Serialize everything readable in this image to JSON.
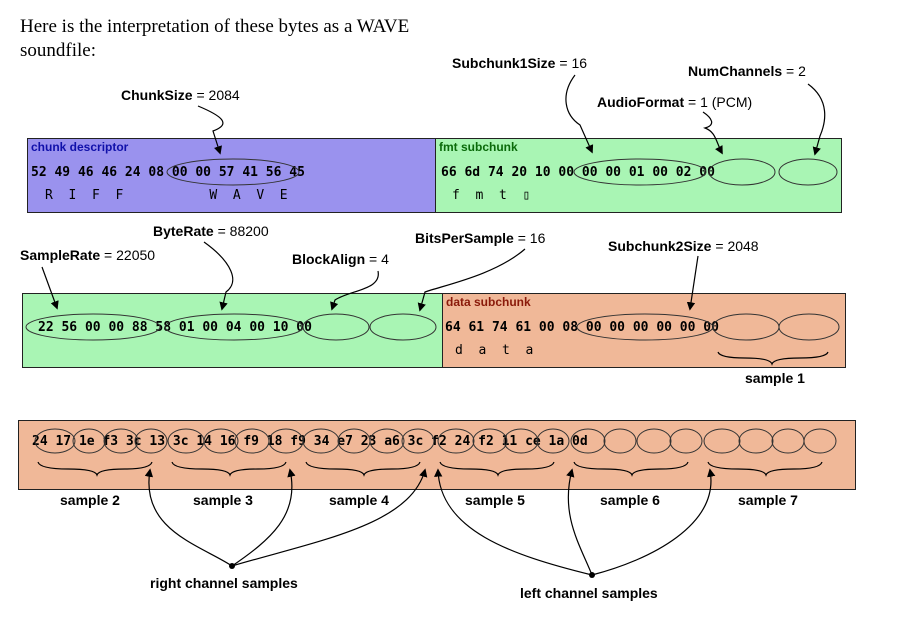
{
  "intro": {
    "line1": "Here is the interpretation of these bytes as a WAVE",
    "line2": "soundfile:"
  },
  "fields": {
    "chunk_size": {
      "name": "ChunkSize",
      "eq": " = ",
      "value": "2084"
    },
    "subchunk1_size": {
      "name": "Subchunk1Size",
      "eq": " = ",
      "value": "16"
    },
    "num_channels": {
      "name": "NumChannels",
      "eq": " = ",
      "value": "2"
    },
    "audio_format": {
      "name": "AudioFormat",
      "eq": " = ",
      "value": "1 (PCM)"
    },
    "byte_rate": {
      "name": "ByteRate",
      "eq": " = ",
      "value": "88200"
    },
    "bits_per_sample": {
      "name": "BitsPerSample",
      "eq": " = ",
      "value": "16"
    },
    "sample_rate": {
      "name": "SampleRate",
      "eq": " = ",
      "value": "22050"
    },
    "block_align": {
      "name": "BlockAlign",
      "eq": " = ",
      "value": "4"
    },
    "subchunk2_size": {
      "name": "Subchunk2Size",
      "eq": " = ",
      "value": "2048"
    }
  },
  "row1": {
    "chunk_descriptor": {
      "caption": "chunk descriptor",
      "hex": "52 49 46 46 24 08 00 00 57 41 56 45",
      "ascii": "R  I  F  F           W  A  V  E"
    },
    "fmt_subchunk": {
      "caption": "fmt subchunk",
      "hex": "66 6d 74 20 10 00 00 00 01 00 02 00",
      "ascii": "f  m  t  ▯"
    }
  },
  "row2": {
    "fmt_cont": {
      "hex": "22 56 00 00 88 58 01 00 04 00 10 00"
    },
    "data_subchunk": {
      "caption": "data subchunk",
      "hex": "64 61 74 61 00 08 00 00 00 00 00 00",
      "ascii": "d  a  t  a"
    },
    "sample1_label": "sample 1"
  },
  "row3": {
    "hex": "24 17 1e f3 3c 13 3c 14 16 f9 18 f9 34 e7 23 a6 3c f2 24 f2 11 ce 1a 0d",
    "samples": [
      "sample 2",
      "sample 3",
      "sample 4",
      "sample 5",
      "sample 6",
      "sample 7"
    ]
  },
  "annotations": {
    "right_channel": "right channel samples",
    "left_channel": "left channel samples"
  },
  "colors": {
    "chunk_descriptor_fill": "#9a92ee",
    "fmt_fill": "#a9f5b4",
    "data_fill": "#f0b898",
    "chunk_descriptor_caption": "#1010aa",
    "fmt_caption": "#0a6a0a",
    "data_caption": "#8a1a0a"
  }
}
